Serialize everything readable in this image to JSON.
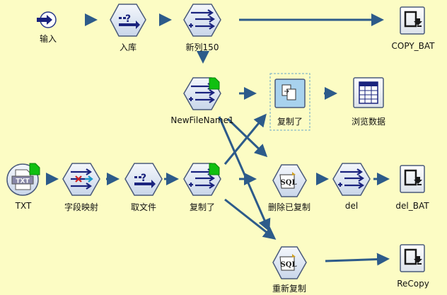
{
  "nodes": {
    "input": "输入",
    "ruku": "入库",
    "xinlie150": "新列150",
    "copy_bat": "COPY_BAT",
    "newfilename": "NewFileName1",
    "fuzhi_le_top": "复制了",
    "liulan": "浏览数据",
    "txt": "TXT",
    "txt_badge": "TXT",
    "zuduan": "字段映射",
    "quwenjian": "取文件",
    "fuzhi_le_bottom": "复制了",
    "shanchu": "删除已复制",
    "del": "del",
    "del_bat": "del_BAT",
    "chongxin": "重新复制",
    "recopy": "ReCopy",
    "sql1": "SQL",
    "sql2": "SQL"
  },
  "colors": {
    "background": "#FCFCC4",
    "connector": "#2D5B8A",
    "node_fill": "#DCE6F4",
    "node_stroke": "#4A5A7A",
    "badge_green": "#10C010"
  }
}
